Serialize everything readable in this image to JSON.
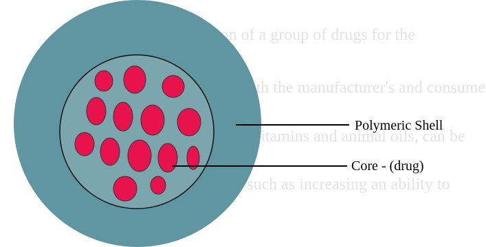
{
  "background_text": [
    "ncroencapsulation of a group of drugs for the",
    "is an advantage to both the manufacturer's and consumers",
    "the drugs, if such as vitamins and animal oils, can be",
    "an enhanced value, such as increasing an ability to"
  ],
  "labels": {
    "shell": "Polymeric Shell",
    "core": "Core - (drug)"
  },
  "colors": {
    "shell": "#5f96a2",
    "core_area": "#7ba6ad",
    "drug": "#e8124d",
    "outline": "#111111"
  }
}
